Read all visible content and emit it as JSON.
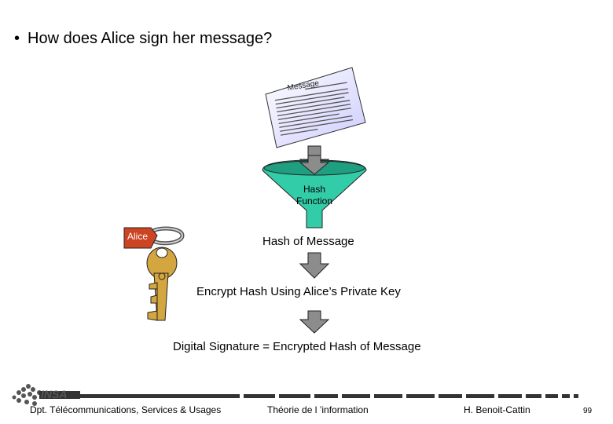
{
  "slide": {
    "bullet": "•",
    "title": "How does Alice sign her message?"
  },
  "diagram": {
    "document_label": "Message",
    "hash_function_line1": "Hash",
    "hash_function_line2": "Function",
    "key_tag_label": "Alice",
    "hash_of_message": "Hash of Message",
    "encrypt_step": "Encrypt Hash Using Alice’s Private Key",
    "signature_step": "Digital Signature = Encrypted Hash of Message"
  },
  "footer": {
    "logo_text": "INSA",
    "department": "Dpt. Télécommunications, Services & Usages",
    "course": "Théorie de l ’information",
    "author": "H. Benoit-Cattin",
    "page_number": "99"
  },
  "colors": {
    "funnel": "#33cca8",
    "arrow": "#8c8c8c",
    "document": "#ccccff",
    "key": "#d4a640",
    "key_tag": "#cc4422"
  }
}
